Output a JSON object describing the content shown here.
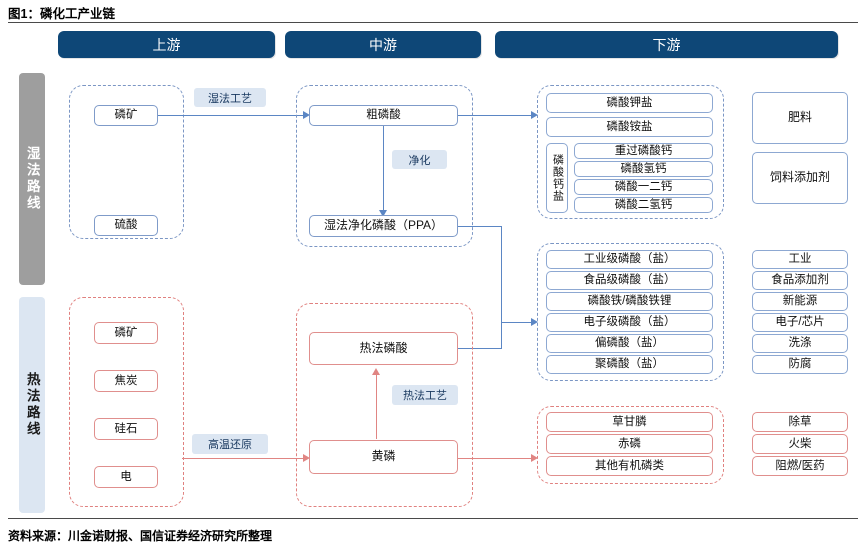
{
  "figure": {
    "title": "图1：磷化工产业链",
    "source": "资料来源：川金诺财报、国信证券经济研究所整理"
  },
  "colors": {
    "header_navy": "#0e4777",
    "wet_route_tab": "#9e9e9e",
    "thermal_route_tab": "#dce6f2",
    "chip_bg": "#dce6f2",
    "blue_line": "#5b86c4",
    "red_line": "#e08583",
    "blue_border": "#7f9bc9",
    "red_border": "#e08f8d"
  },
  "stages": [
    {
      "id": "upstream",
      "label": "上游"
    },
    {
      "id": "midstream",
      "label": "中游"
    },
    {
      "id": "downstream",
      "label": "下游"
    }
  ],
  "routes": [
    {
      "id": "wet",
      "label": "湿法路线"
    },
    {
      "id": "thermal",
      "label": "热法路线"
    }
  ],
  "process_chips": [
    {
      "id": "wet-process",
      "label": "湿法工艺"
    },
    {
      "id": "purification",
      "label": "净化"
    },
    {
      "id": "thermal-process",
      "label": "热法工艺"
    },
    {
      "id": "high-temp-reduction",
      "label": "高温还原"
    }
  ],
  "wet_upstream": {
    "items": [
      {
        "id": "phosphate-ore",
        "label": "磷矿"
      },
      {
        "id": "sulfuric-acid",
        "label": "硫酸"
      }
    ]
  },
  "wet_midstream": {
    "items": [
      {
        "id": "crude-phosphoric-acid",
        "label": "粗磷酸"
      },
      {
        "id": "wet-purified-ppa",
        "label": "湿法净化磷酸（PPA）"
      }
    ]
  },
  "thermal_upstream": {
    "items": [
      {
        "id": "phosphate-ore-t",
        "label": "磷矿"
      },
      {
        "id": "coke",
        "label": "焦炭"
      },
      {
        "id": "silica",
        "label": "硅石"
      },
      {
        "id": "electricity",
        "label": "电"
      }
    ]
  },
  "thermal_midstream": {
    "items": [
      {
        "id": "thermal-phosphoric-acid",
        "label": "热法磷酸"
      },
      {
        "id": "yellow-phosphorus",
        "label": "黄磷"
      }
    ]
  },
  "downstream_fertilizer_group": {
    "items": [
      {
        "id": "potassium-phosphate",
        "label": "磷酸钾盐"
      },
      {
        "id": "ammonium-phosphate",
        "label": "磷酸铵盐"
      }
    ],
    "calcium_group": {
      "label": "磷酸钙盐",
      "items": [
        {
          "id": "triple-superphosphate",
          "label": "重过磷酸钙"
        },
        {
          "id": "calcium-hydrogen-phosphate",
          "label": "磷酸氢钙"
        },
        {
          "id": "mono-di-calcium-phosphate",
          "label": "磷酸一二钙"
        },
        {
          "id": "calcium-dihydrogen-phosphate",
          "label": "磷酸二氢钙"
        }
      ]
    }
  },
  "downstream_fertilizer_uses": {
    "items": [
      {
        "id": "fertilizer",
        "label": "肥料"
      },
      {
        "id": "feed-additive",
        "label": "饲料添加剂"
      }
    ]
  },
  "downstream_fine_group": {
    "items": [
      {
        "id": "industrial-grade-phosphoric-acid",
        "label": "工业级磷酸（盐）"
      },
      {
        "id": "food-grade-phosphoric-acid",
        "label": "食品级磷酸（盐）"
      },
      {
        "id": "iron-phosphate-lfp",
        "label": "磷酸铁/磷酸铁锂"
      },
      {
        "id": "electronic-grade-phosphoric-acid",
        "label": "电子级磷酸（盐）"
      },
      {
        "id": "metaphosphoric-acid",
        "label": "偏磷酸（盐）"
      },
      {
        "id": "polyphosphoric-acid",
        "label": "聚磷酸（盐）"
      }
    ]
  },
  "downstream_fine_uses": {
    "items": [
      {
        "id": "industry",
        "label": "工业"
      },
      {
        "id": "food-additive",
        "label": "食品添加剂"
      },
      {
        "id": "new-energy",
        "label": "新能源"
      },
      {
        "id": "electronics-chips",
        "label": "电子/芯片"
      },
      {
        "id": "detergent",
        "label": "洗涤"
      },
      {
        "id": "anticorrosion",
        "label": "防腐"
      }
    ]
  },
  "downstream_organic_group": {
    "items": [
      {
        "id": "glyphosate",
        "label": "草甘膦"
      },
      {
        "id": "red-phosphorus",
        "label": "赤磷"
      },
      {
        "id": "other-organophosphorus",
        "label": "其他有机磷类"
      }
    ]
  },
  "downstream_organic_uses": {
    "items": [
      {
        "id": "herbicide",
        "label": "除草"
      },
      {
        "id": "matches",
        "label": "火柴"
      },
      {
        "id": "flame-retardant-pharma",
        "label": "阻燃/医药"
      }
    ]
  }
}
